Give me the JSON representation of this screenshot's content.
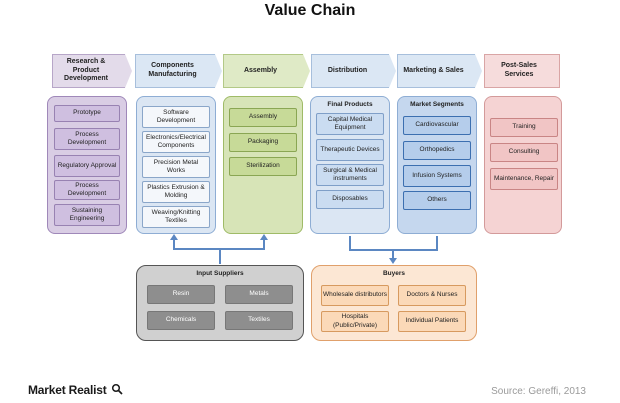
{
  "title": "Value Chain",
  "stages": {
    "research": {
      "header": "Research & Product Development",
      "items": [
        "Prototype",
        "Process Development",
        "Regulatory Approval",
        "Process Development",
        "Sustaining Engineering"
      ]
    },
    "components": {
      "header": "Components Manufacturing",
      "items": [
        "Software Development",
        "Electronics/Electrical Components",
        "Precision Metal Works",
        "Plastics Extrusion & Molding",
        "Weaving/Knitting Textiles"
      ]
    },
    "assembly": {
      "header": "Assembly",
      "items": [
        "Assembly",
        "Packaging",
        "Sterilization"
      ]
    },
    "distribution": {
      "header": "Distribution",
      "subtitle": "Final Products",
      "items": [
        "Capital Medical Equipment",
        "Therapeutic Devices",
        "Surgical & Medical instruments",
        "Disposables"
      ]
    },
    "marketing": {
      "header": "Marketing & Sales",
      "subtitle": "Market Segments",
      "items": [
        "Cardiovascular",
        "Orthopedics",
        "Infusion Systems",
        "Others"
      ]
    },
    "postsales": {
      "header": "Post-Sales Services",
      "items": [
        "Training",
        "Consulting",
        "Maintenance, Repair"
      ]
    }
  },
  "input_suppliers": {
    "title": "Input Suppliers",
    "items": [
      "Resin",
      "Metals",
      "Chemicals",
      "Textiles"
    ]
  },
  "buyers": {
    "title": "Buyers",
    "items": [
      "Wholesale distributors",
      "Doctors & Nurses",
      "Hospitals (Public/Private)",
      "Individual Patients"
    ]
  },
  "footer": {
    "brand": "Market Realist",
    "source": "Source: Gereffi, 2013"
  }
}
